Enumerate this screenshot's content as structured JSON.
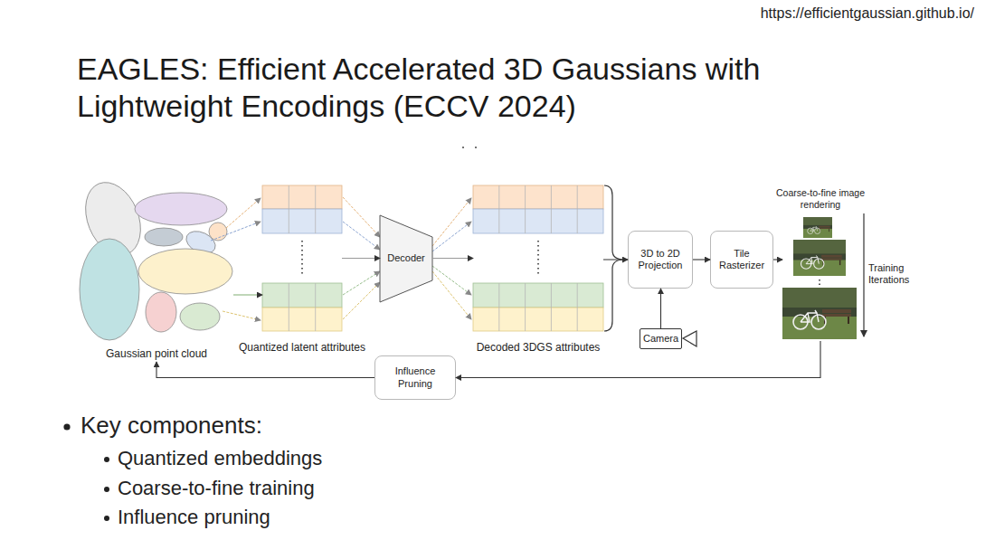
{
  "diagram": {
    "title": "EAGLES: Efficient Accelerated 3D Gaussians with Lightweight Encodings (ECCV 2024)",
    "nodes": [
      {
        "text": [
          "Gaussian point cloud"
        ]
      },
      {
        "text": [
          "Quantized latent attributes"
        ]
      },
      {
        "text": [
          "Decoder"
        ]
      },
      {
        "text": [
          "Decoded 3DGS attributes"
        ]
      },
      {
        "text": [
          "3D to 2D Projection"
        ]
      },
      {
        "text": [
          "Tile Rasterizer"
        ]
      },
      {
        "text": [
          "Coarse-to-fine image rendering"
        ]
      },
      {
        "text": [
          "Camera"
        ]
      },
      {
        "text": [
          "Influence Pruning"
        ]
      }
    ],
    "edges": [
      {
        "from": 0,
        "to": 1,
        "arrow": "to"
      },
      {
        "from": 1,
        "to": 2,
        "arrow": "to"
      },
      {
        "from": 2,
        "to": 3,
        "arrow": "to"
      },
      {
        "from": 3,
        "to": 4,
        "arrow": "to"
      },
      {
        "from": 7,
        "to": 4,
        "arrow": "to"
      },
      {
        "from": 4,
        "to": 5,
        "arrow": "to"
      },
      {
        "from": 5,
        "to": 6,
        "arrow": "to"
      },
      {
        "from": 6,
        "to": 8,
        "arrow": "to"
      },
      {
        "from": 8,
        "to": 0,
        "arrow": "to"
      }
    ],
    "labels": [
      "https://efficientgaussian.github.io/",
      "Training Iterations",
      "Key components:",
      "Quantized embeddings",
      "Coarse-to-fine training",
      "Influence pruning"
    ]
  }
}
